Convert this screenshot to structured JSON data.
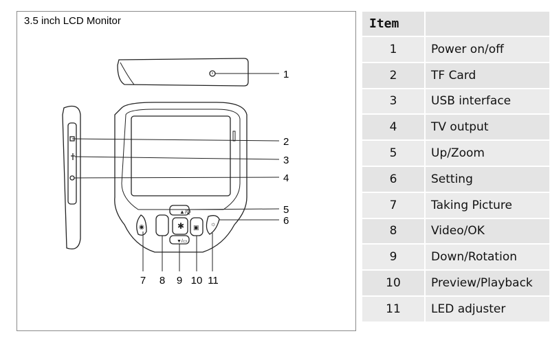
{
  "panel": {
    "title": "3.5 inch LCD Monitor"
  },
  "callouts": [
    "1",
    "2",
    "3",
    "4",
    "5",
    "6",
    "7",
    "8",
    "9",
    "10",
    "11"
  ],
  "table": {
    "headers": [
      "Item",
      ""
    ],
    "rows": [
      {
        "num": "1",
        "name": "Power on/off"
      },
      {
        "num": "2",
        "name": "TF Card"
      },
      {
        "num": "3",
        "name": "USB interface"
      },
      {
        "num": "4",
        "name": "TV output"
      },
      {
        "num": "5",
        "name": "Up/Zoom"
      },
      {
        "num": "6",
        "name": "Setting"
      },
      {
        "num": "7",
        "name": "Taking Picture"
      },
      {
        "num": "8",
        "name": "Video/OK"
      },
      {
        "num": "9",
        "name": "Down/Rotation"
      },
      {
        "num": "10",
        "name": "Preview/Playback"
      },
      {
        "num": "11",
        "name": "LED adjuster"
      }
    ]
  }
}
